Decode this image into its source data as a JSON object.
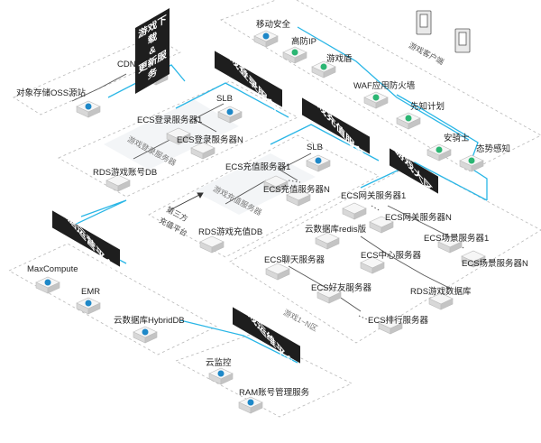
{
  "colors": {
    "line": "#29b6e6",
    "node_top": "#f4f4f4",
    "node_side": "#cfcfcf",
    "badge_blue": "#1e88c8",
    "badge_green": "#2bb673",
    "banner": "#1e1e1e"
  },
  "banners": {
    "download": [
      "游戏下载",
      "&",
      "更新服务"
    ],
    "login": "游戏登录服务",
    "recharge": "游戏充值服务",
    "zone": "游戏大区",
    "data": "数据运营平台",
    "ops": "游戏运维平台"
  },
  "client": {
    "label": "游戏客户端"
  },
  "security": {
    "mobile": "移动安全",
    "ddos": "高防IP",
    "shield": "游戏盾",
    "waf": "WAF应用防火墙",
    "prophet": "先知计划",
    "aegis": "安骑士",
    "situation": "态势感知"
  },
  "download": {
    "cdn": "CDN",
    "oss": "对象存储OSS源站"
  },
  "login": {
    "slb": "SLB",
    "ecs1": "ECS登录服务器1",
    "ecsN": "ECS登录服务器N",
    "rds": "RDS游戏账号DB",
    "group": "游戏登录服务器"
  },
  "recharge": {
    "slb": "SLB",
    "ecs1": "ECS充值服务器1",
    "ecsN": "ECS充值服务器N",
    "rds": "RDS游戏充值DB",
    "group": "游戏充值服务器",
    "third_party": [
      "第三方",
      "充值平台"
    ]
  },
  "zone": {
    "gw1": "ECS网关服务器1",
    "gwN": "ECS网关服务器N",
    "redis": "云数据库redis版",
    "scene1": "ECS场景服务器1",
    "sceneN": "ECS场景服务器N",
    "chat": "ECS聊天服务器",
    "center": "ECS中心服务器",
    "friends": "ECS好友服务器",
    "rds": "RDS游戏数据库",
    "rank": "ECS排行服务器",
    "area": "游戏1~N区"
  },
  "data_platform": {
    "maxcompute": "MaxCompute",
    "emr": "EMR",
    "hybriddb": "云数据库HybridDB"
  },
  "ops": {
    "monitor": "云监控",
    "ram": "RAM账号管理服务"
  }
}
